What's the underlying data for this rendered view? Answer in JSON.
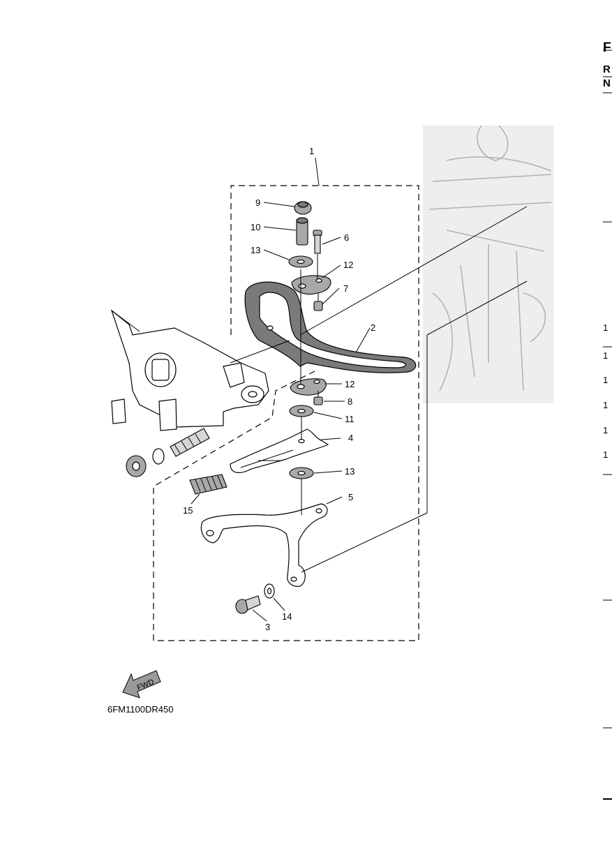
{
  "diagram_code": "6FM1100DR450",
  "fwd_label": "FWD",
  "callouts": {
    "c1": "1",
    "c2": "2",
    "c3": "3",
    "c4": "4",
    "c5": "5",
    "c6": "6",
    "c7": "7",
    "c8": "8",
    "c9": "9",
    "c10": "10",
    "c11": "11",
    "c12a": "12",
    "c12b": "12",
    "c13a": "13",
    "c13b": "13",
    "c14": "14",
    "c15": "15"
  },
  "edge_cutoff": {
    "heading": "F",
    "line_r": "R",
    "line_n": "N",
    "rows": [
      "1",
      "1",
      "1",
      "1",
      "1",
      "1"
    ]
  }
}
